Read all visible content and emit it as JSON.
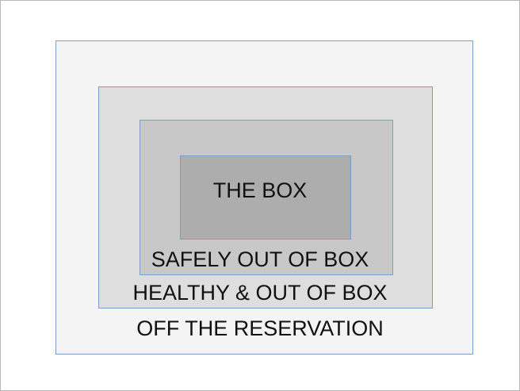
{
  "diagram": {
    "layers": [
      {
        "id": "outer",
        "label": "OFF THE RESERVATION",
        "fill": "#f4f4f4"
      },
      {
        "id": "l2",
        "label": "HEALTHY & OUT OF BOX",
        "fill": "#dedede"
      },
      {
        "id": "l3",
        "label": "SAFELY OUT OF BOX",
        "fill": "#c8c8c8"
      },
      {
        "id": "inner",
        "label": "THE BOX",
        "fill": "#adadad"
      }
    ],
    "border_color": "#7f9cc4"
  }
}
